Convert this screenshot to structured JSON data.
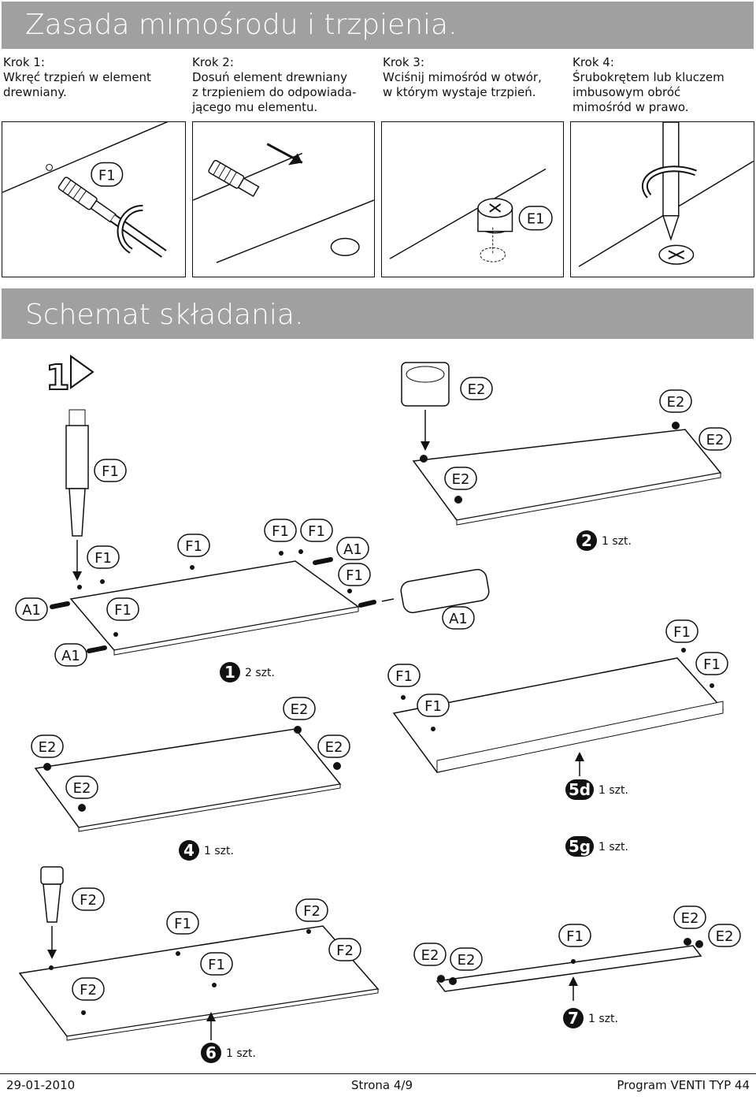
{
  "title": "Zasada mimośrodu i trzpienia.",
  "steps": [
    {
      "head": "Krok 1:",
      "lines": [
        "Wkręć trzpień w element",
        "drewniany."
      ]
    },
    {
      "head": "Krok 2:",
      "lines": [
        "Dosuń element drewniany",
        "z trzpieniem do odpowiada-",
        "jącego mu elementu."
      ]
    },
    {
      "head": "Krok 3:",
      "lines": [
        "Wciśnij mimośród w otwór,",
        "w którym wystaje trzpień."
      ]
    },
    {
      "head": "Krok 4:",
      "lines": [
        "Śrubokrętem lub kluczem",
        "imbusowym obróć",
        "mimośród w prawo."
      ]
    }
  ],
  "panel_labels": {
    "p1": "F1",
    "p3": "E1"
  },
  "schema_title": "Schemat składania.",
  "step_marker": "1",
  "labels": {
    "f1": "F1",
    "f2": "F2",
    "e2": "E2",
    "a1": "A1"
  },
  "parts": [
    {
      "num": "1",
      "qty": "2 szt."
    },
    {
      "num": "2",
      "qty": "1 szt."
    },
    {
      "num": "4",
      "qty": "1 szt."
    },
    {
      "num": "5d",
      "qty": "1 szt."
    },
    {
      "num": "5g",
      "qty": "1 szt."
    },
    {
      "num": "6",
      "qty": "1 szt."
    },
    {
      "num": "7",
      "qty": "1 szt."
    }
  ],
  "footer": {
    "date": "29-01-2010",
    "page": "Strona 4/9",
    "program": "Program VENTI TYP 44"
  }
}
